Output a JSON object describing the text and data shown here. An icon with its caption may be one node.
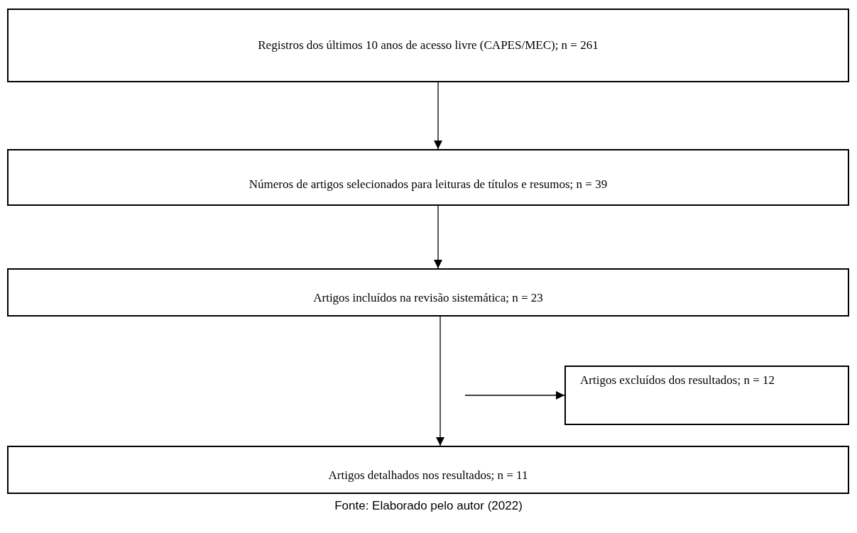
{
  "diagram": {
    "caption": "Fonte: Elaborado pelo autor (2022)",
    "nodes": [
      {
        "text": [
          "Registros dos últimos 10 anos de acesso livre (CAPES/MEC); n = 261"
        ]
      },
      {
        "text": [
          "Números de artigos selecionados para leituras de títulos e resumos; n = 39"
        ]
      },
      {
        "text": [
          "Artigos incluídos na revisão sistemática; n = 23"
        ]
      },
      {
        "text": [
          "Artigos excluídos dos resultados; n = 12"
        ]
      },
      {
        "text": [
          "Artigos detalhados nos resultados; n = 11"
        ]
      }
    ],
    "edges": [
      {
        "from": 0,
        "to": 1,
        "arrow": "to"
      },
      {
        "from": 1,
        "to": 2,
        "arrow": "to"
      },
      {
        "from": 2,
        "to": 4,
        "arrow": "to"
      },
      {
        "from": null,
        "to": 3,
        "arrow": "to"
      }
    ]
  }
}
